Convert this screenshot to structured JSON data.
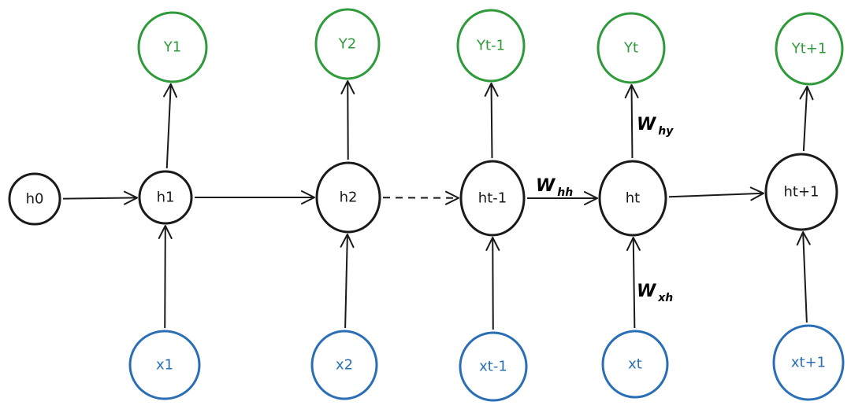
{
  "colors": {
    "hidden": "#1a1a1a",
    "output": "#2e9a3a",
    "input": "#2a6fb5",
    "edge": "#1a1a1a"
  },
  "nodes": {
    "h0": {
      "label": "h0",
      "type": "hidden"
    },
    "h1": {
      "label": "h1",
      "type": "hidden"
    },
    "h2": {
      "label": "h2",
      "type": "hidden"
    },
    "htm1": {
      "label": "ht-1",
      "type": "hidden"
    },
    "ht": {
      "label": "ht",
      "type": "hidden"
    },
    "htp1": {
      "label": "ht+1",
      "type": "hidden"
    },
    "y1": {
      "label": "Y1",
      "type": "output"
    },
    "y2": {
      "label": "Y2",
      "type": "output"
    },
    "ytm1": {
      "label": "Yt-1",
      "type": "output"
    },
    "yt": {
      "label": "Yt",
      "type": "output"
    },
    "ytp1": {
      "label": "Yt+1",
      "type": "output"
    },
    "x1": {
      "label": "x1",
      "type": "input"
    },
    "x2": {
      "label": "x2",
      "type": "input"
    },
    "xtm1": {
      "label": "xt-1",
      "type": "input"
    },
    "xt": {
      "label": "xt",
      "type": "input"
    },
    "xtp1": {
      "label": "xt+1",
      "type": "input"
    }
  },
  "edges": [
    {
      "from": "h0",
      "to": "h1",
      "style": "solid"
    },
    {
      "from": "h1",
      "to": "h2",
      "style": "solid"
    },
    {
      "from": "h2",
      "to": "htm1",
      "style": "dashed"
    },
    {
      "from": "htm1",
      "to": "ht",
      "style": "solid"
    },
    {
      "from": "ht",
      "to": "htp1",
      "style": "solid"
    },
    {
      "from": "h1",
      "to": "y1",
      "style": "solid"
    },
    {
      "from": "h2",
      "to": "y2",
      "style": "solid"
    },
    {
      "from": "htm1",
      "to": "ytm1",
      "style": "solid"
    },
    {
      "from": "ht",
      "to": "yt",
      "style": "solid"
    },
    {
      "from": "htp1",
      "to": "ytp1",
      "style": "solid"
    },
    {
      "from": "x1",
      "to": "h1",
      "style": "solid"
    },
    {
      "from": "x2",
      "to": "h2",
      "style": "solid"
    },
    {
      "from": "xtm1",
      "to": "htm1",
      "style": "solid"
    },
    {
      "from": "xt",
      "to": "ht",
      "style": "solid"
    },
    {
      "from": "xtp1",
      "to": "htp1",
      "style": "solid"
    }
  ],
  "weights": {
    "hh": {
      "main": "W",
      "sub": "hh"
    },
    "hy": {
      "main": "W",
      "sub": "hy"
    },
    "xh": {
      "main": "W",
      "sub": "xh"
    }
  }
}
